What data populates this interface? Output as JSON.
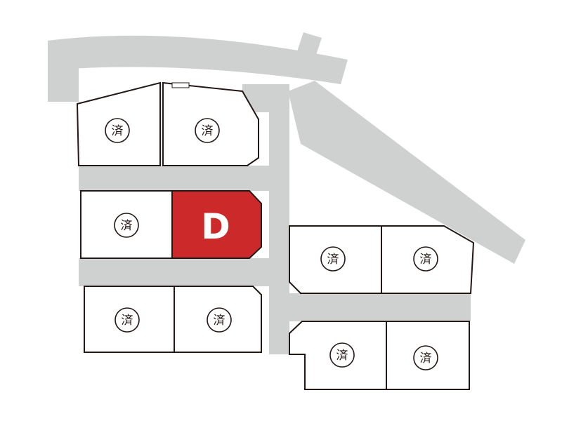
{
  "legend_marker": "済",
  "colors": {
    "road": "#cfd0d0",
    "lot_fill": "#ffffff",
    "lot_outline": "#231815",
    "highlight": "#cc2a2a",
    "highlight_text": "#ffffff"
  },
  "lots": [
    {
      "id": "row1-left",
      "status": "済"
    },
    {
      "id": "row1-right",
      "status": "済"
    },
    {
      "id": "row2-left",
      "status": "済"
    },
    {
      "id": "row2-right",
      "status": "D"
    },
    {
      "id": "row3-left",
      "status": "済"
    },
    {
      "id": "row3-right",
      "status": "済"
    },
    {
      "id": "east-upper-left",
      "status": "済"
    },
    {
      "id": "east-upper-right",
      "status": "済"
    },
    {
      "id": "east-lower-left",
      "status": "済"
    },
    {
      "id": "east-lower-right",
      "status": "済"
    }
  ],
  "highlight_lot": {
    "label": "D"
  }
}
